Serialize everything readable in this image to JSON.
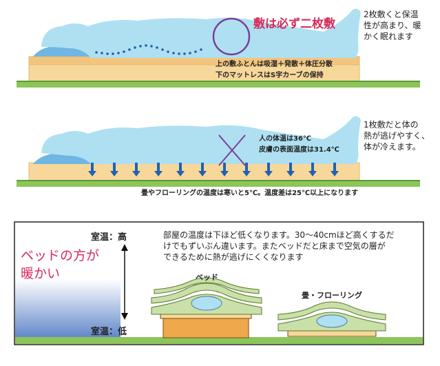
{
  "panel_top": {
    "headline": "敷は必ず二枚敷",
    "side_note": [
      "2枚敷くと保温",
      "性が高まり、暖",
      "かく眠れます"
    ],
    "upper_futon": "上の敷ふとんは吸湿＋発散＋体圧分散",
    "lower_mattress": "下のマットレスはS字カーブの保持"
  },
  "panel_middle": {
    "body_temp": "人の体温は36℃",
    "skin_temp": "皮膚の表面温度は31.4℃",
    "side_note": [
      "1枚敷だと体の",
      "熱が逃げやすく、",
      "体が冷えます。"
    ],
    "floor_note": "畳やフローリングの温度は寒いと5℃。温度差は25℃以上になります"
  },
  "panel_bottom": {
    "room_temp_high": "室温：高",
    "room_temp_low": "室温：低",
    "headline": [
      "ベッドの方が",
      "暖かい"
    ],
    "description": [
      "部屋の温度は下ほど低くなります。30〜40cmほど高くするだ",
      "けでもずいぶん違います。またベッドだと床まで空気の層が",
      "できるために熱が逃げにくくなります"
    ],
    "bed_label": "ベッド",
    "floor_label": "畳・フローリング"
  },
  "colors": {
    "sky_blue": "#aee0f2",
    "mattress": "#f7d79a",
    "ground": "#8cc55a",
    "accent_red": "#d62a5a",
    "arrow_blue": "#1f62b5",
    "purple": "#7b3f96"
  }
}
